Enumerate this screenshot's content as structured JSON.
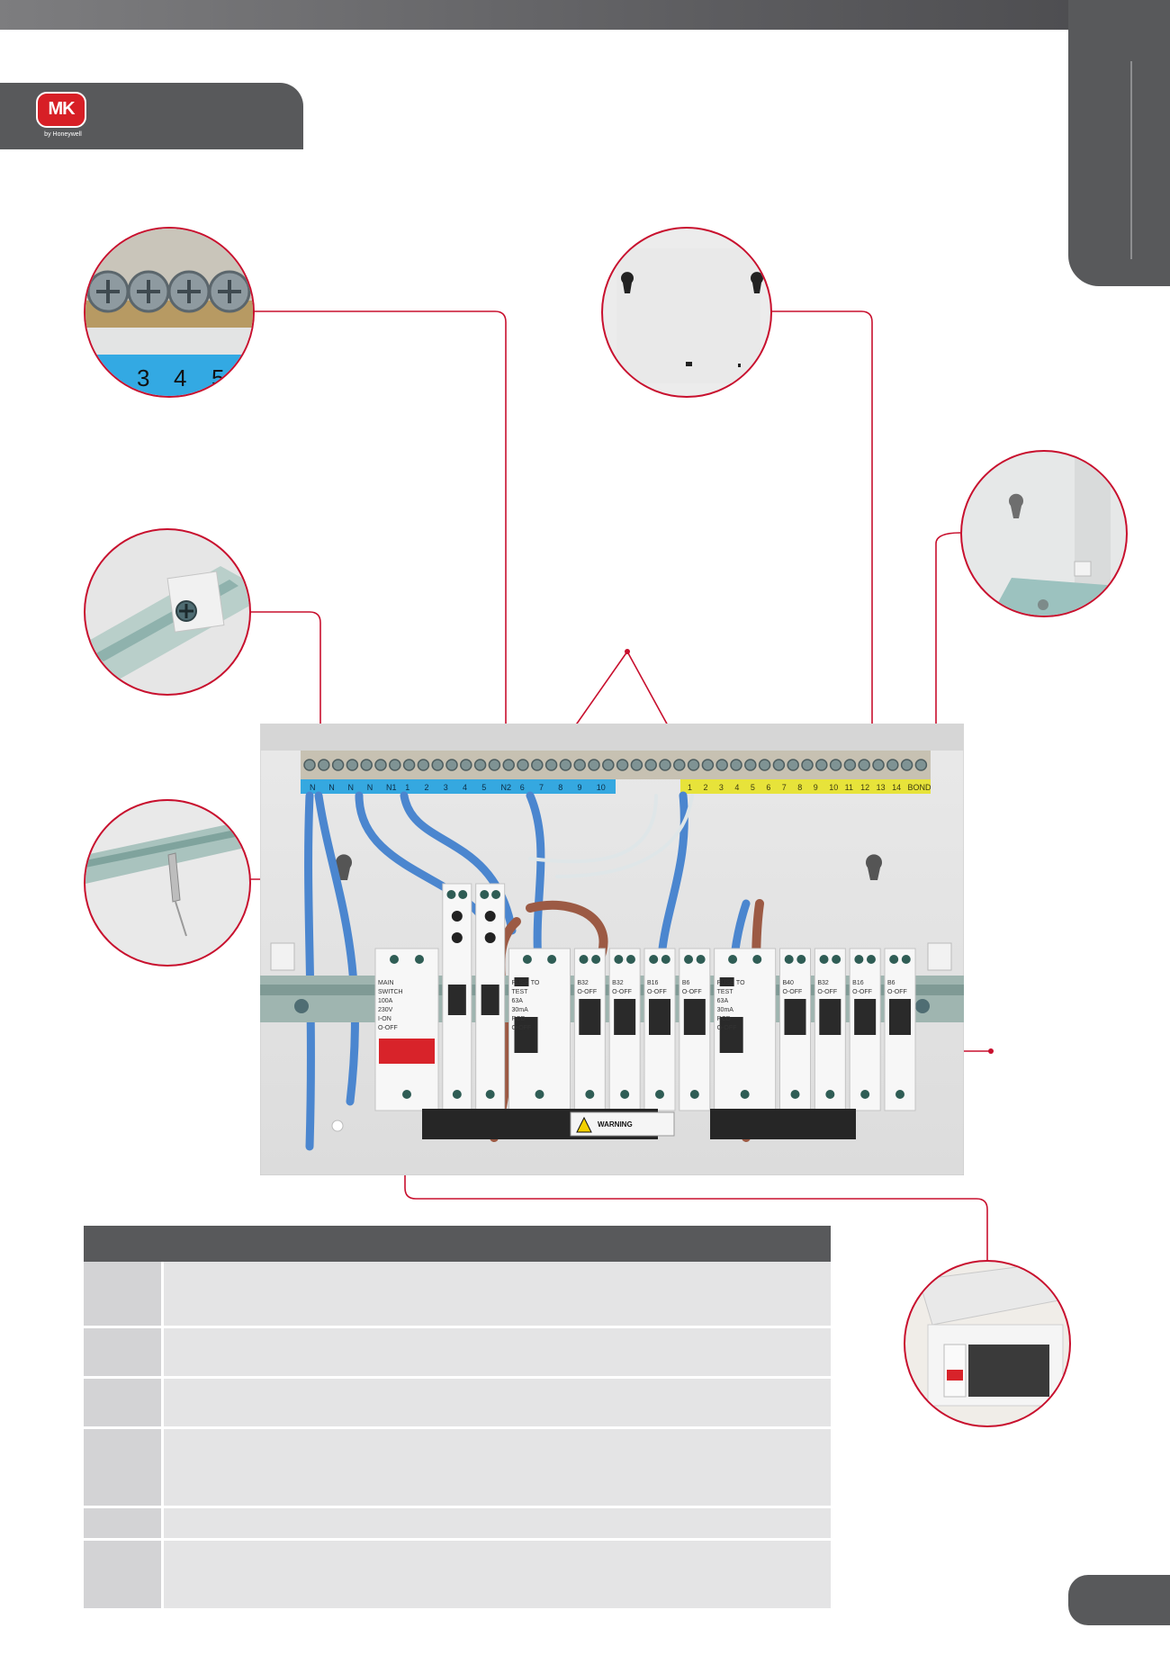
{
  "brand": {
    "logo_text": "MK",
    "logo_subtext": "by Honeywell",
    "color": "#d71f26"
  },
  "accent_color": "#c8102e",
  "panel_color": "#58595b",
  "neutral_bar": {
    "labels": [
      "N",
      "N",
      "N",
      "N",
      "N1",
      "1",
      "2",
      "3",
      "4",
      "5",
      "N2",
      "6",
      "7",
      "8",
      "9",
      "10"
    ],
    "color": "#35a8e0"
  },
  "earth_bar": {
    "labels": [
      "1",
      "2",
      "3",
      "4",
      "5",
      "6",
      "7",
      "8",
      "9",
      "10",
      "11",
      "12",
      "13",
      "14",
      "BOND"
    ],
    "color": "#e7e33a"
  },
  "terminal_closeup": {
    "labels": [
      "3",
      "4",
      "5"
    ]
  },
  "devices": [
    {
      "id": "main-switch",
      "lines": [
        "MAIN",
        "SWITCH",
        "100A",
        "230V",
        "I-ON",
        "O-OFF"
      ]
    },
    {
      "id": "spd-1",
      "lines": []
    },
    {
      "id": "spd-2",
      "lines": []
    },
    {
      "id": "rcd-1",
      "lines": [
        "PUSH TO",
        "TEST",
        "63A",
        "30mA",
        "RCD",
        "O-OFF"
      ]
    },
    {
      "id": "mcb-b32-1",
      "lines": [
        "B32",
        "O-OFF"
      ]
    },
    {
      "id": "mcb-b32-2",
      "lines": [
        "B32",
        "O-OFF"
      ]
    },
    {
      "id": "mcb-b16-1",
      "lines": [
        "B16",
        "O-OFF"
      ]
    },
    {
      "id": "mcb-b6-1",
      "lines": [
        "B6",
        "O-OFF"
      ]
    },
    {
      "id": "rcd-2",
      "lines": [
        "PUSH TO",
        "TEST",
        "63A",
        "30mA",
        "RCD",
        "O-OFF"
      ]
    },
    {
      "id": "mcb-b40",
      "lines": [
        "B40",
        "O-OFF"
      ]
    },
    {
      "id": "mcb-b32-3",
      "lines": [
        "B32",
        "O-OFF"
      ]
    },
    {
      "id": "mcb-b16-2",
      "lines": [
        "B16",
        "O-OFF"
      ]
    },
    {
      "id": "mcb-b6-2",
      "lines": [
        "B6",
        "O-OFF"
      ]
    }
  ],
  "warning_label": "WARNING",
  "spec_table": {
    "rows": 6
  }
}
